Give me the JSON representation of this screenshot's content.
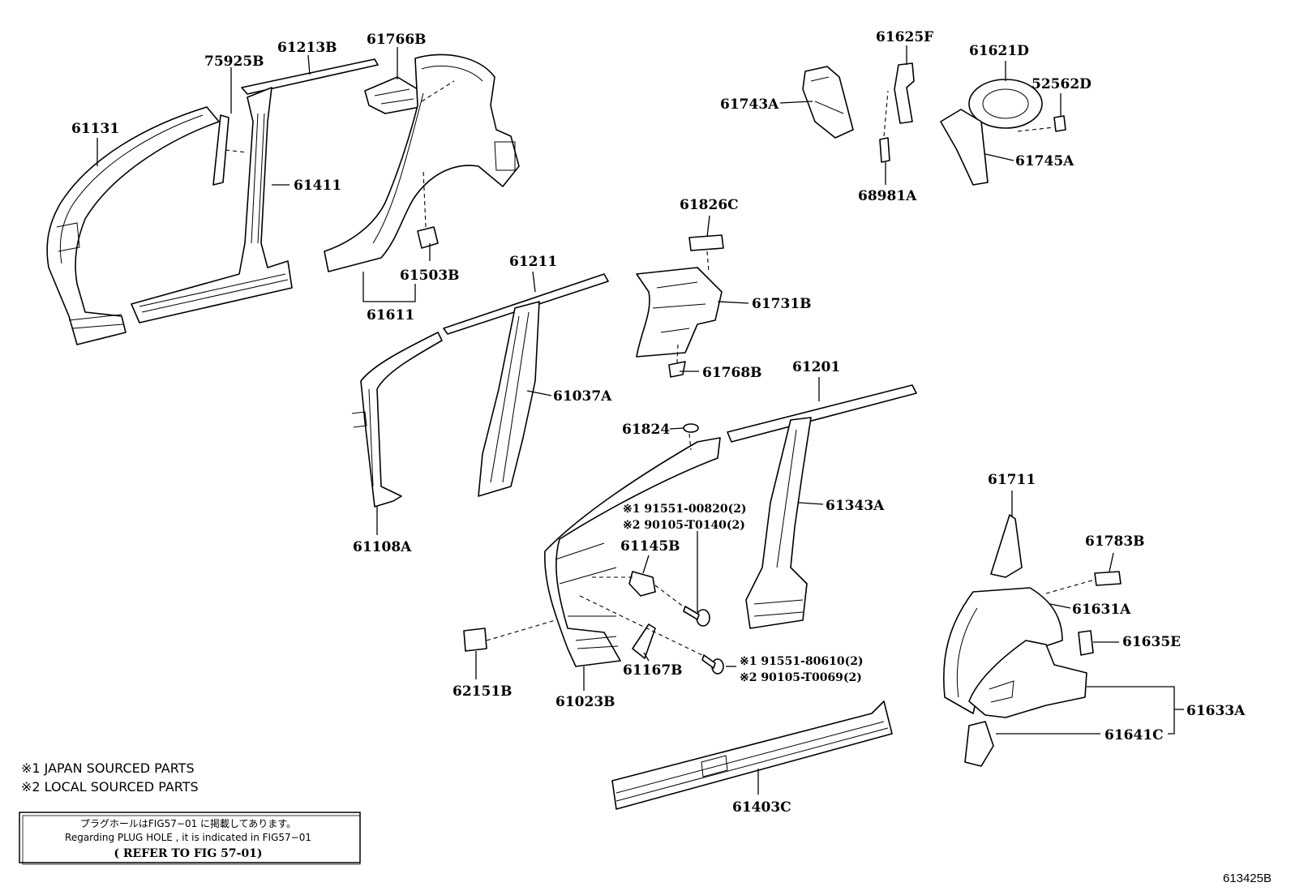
{
  "parts": [
    {
      "id": "61131",
      "label": "61131"
    },
    {
      "id": "75925B",
      "label": "75925B"
    },
    {
      "id": "61213B",
      "label": "61213B"
    },
    {
      "id": "61411",
      "label": "61411"
    },
    {
      "id": "61766B",
      "label": "61766B"
    },
    {
      "id": "61503B",
      "label": "61503B"
    },
    {
      "id": "61611",
      "label": "61611"
    },
    {
      "id": "61625F",
      "label": "61625F"
    },
    {
      "id": "61621D",
      "label": "61621D"
    },
    {
      "id": "52562D",
      "label": "52562D"
    },
    {
      "id": "61743A",
      "label": "61743A"
    },
    {
      "id": "61745A",
      "label": "61745A"
    },
    {
      "id": "68981A",
      "label": "68981A"
    },
    {
      "id": "61826C",
      "label": "61826C"
    },
    {
      "id": "61731B",
      "label": "61731B"
    },
    {
      "id": "61768B",
      "label": "61768B"
    },
    {
      "id": "61211",
      "label": "61211"
    },
    {
      "id": "61037A",
      "label": "61037A"
    },
    {
      "id": "61108A",
      "label": "61108A"
    },
    {
      "id": "61201",
      "label": "61201"
    },
    {
      "id": "61824",
      "label": "61824"
    },
    {
      "id": "61343A",
      "label": "61343A"
    },
    {
      "id": "61145B",
      "label": "61145B"
    },
    {
      "id": "61167B",
      "label": "61167B"
    },
    {
      "id": "62151B",
      "label": "62151B"
    },
    {
      "id": "61023B",
      "label": "61023B"
    },
    {
      "id": "61403C",
      "label": "61403C"
    },
    {
      "id": "61711",
      "label": "61711"
    },
    {
      "id": "61783B",
      "label": "61783B"
    },
    {
      "id": "61631A",
      "label": "61631A"
    },
    {
      "id": "61635E",
      "label": "61635E"
    },
    {
      "id": "61633A",
      "label": "61633A"
    },
    {
      "id": "61641C",
      "label": "61641C"
    }
  ],
  "fasteners": [
    {
      "id": "f1",
      "label": "※1 91551-00820(2)"
    },
    {
      "id": "f2",
      "label": "※2 90105-T0140(2)"
    },
    {
      "id": "f3",
      "label": "※1 91551-80610(2)"
    },
    {
      "id": "f4",
      "label": "※2 90105-T0069(2)"
    }
  ],
  "legend": {
    "note1": "※1 JAPAN SOURCED PARTS",
    "note2": "※2 LOCAL SOURCED PARTS"
  },
  "notice": {
    "jp": "プラグホールはFIG57−01 に掲載してあります。",
    "en": "Regarding PLUG HOLE , it is indicated in FIG57−01",
    "ref": "( REFER TO FIG 57-01)"
  },
  "figure_number": "613425B"
}
